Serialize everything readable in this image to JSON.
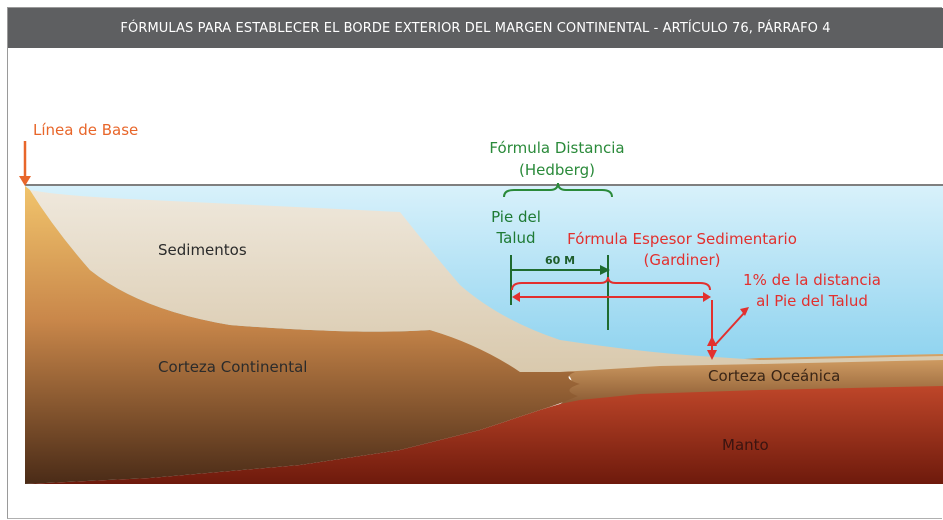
{
  "header": {
    "title": "FÓRMULAS PARA ESTABLECER EL BORDE EXTERIOR DEL MARGEN CONTINENTAL - ARTÍCULO 76, PÁRRAFO 4"
  },
  "labels": {
    "baseline": "Línea de Base",
    "hedberg_line1": "Fórmula Distancia",
    "hedberg_line2": "(Hedberg)",
    "pie_line1": "Pie del",
    "pie_line2": "Talud",
    "gardiner_line1": "Fórmula Espesor Sedimentario",
    "gardiner_line2": "(Gardiner)",
    "pct_line1": "1% de la distancia",
    "pct_line2": "al Pie del Talud",
    "sixty_m": "60 M",
    "sediments": "Sedimentos",
    "continental_crust": "Corteza Continental",
    "oceanic_crust": "Corteza Oceánica",
    "mantle": "Manto"
  },
  "colors": {
    "header_bg": "#5e5f61",
    "baseline_orange": "#e8662a",
    "hedberg_green": "#2a8a3a",
    "gardiner_red": "#e2302e",
    "water": "#bfe7f7",
    "sediment": "#e8ddcb",
    "continental": "#d49b55",
    "mantle": "#9a2a14"
  }
}
